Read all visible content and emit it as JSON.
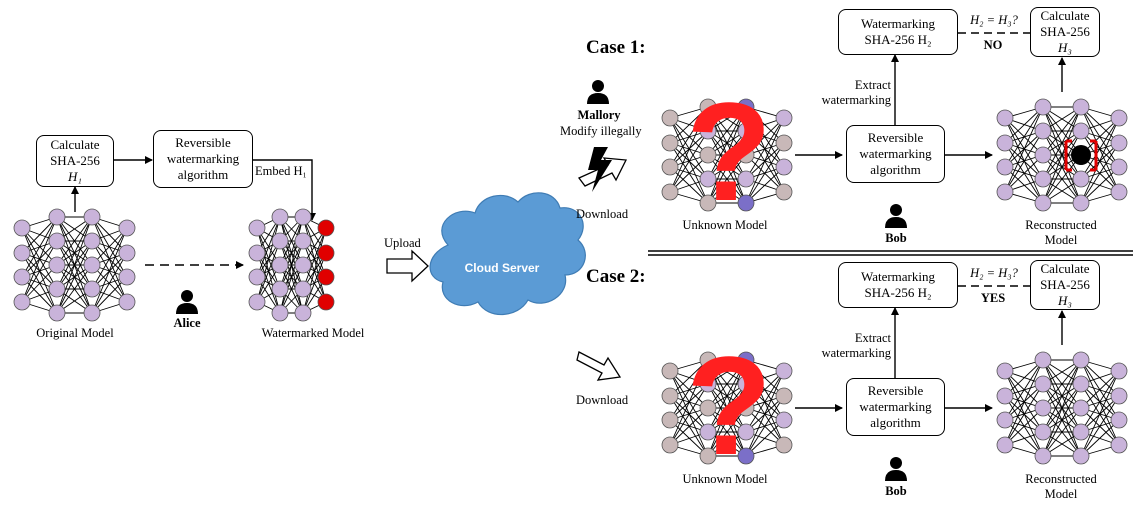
{
  "boxes": {
    "calc_h1": [
      "Calculate",
      "SHA-256",
      "H₁"
    ],
    "reversible_left": [
      "Reversible",
      "watermarking",
      "algorithm"
    ],
    "case1_watermarking": [
      "Watermarking",
      "SHA-256 H₂"
    ],
    "case1_calculate": [
      "Calculate",
      "SHA-256",
      "H₃"
    ],
    "case1_reversible": [
      "Reversible",
      "watermarking",
      "algorithm"
    ],
    "case2_watermarking": [
      "Watermarking",
      "SHA-256 H₂"
    ],
    "case2_calculate": [
      "Calculate",
      "SHA-256",
      "H₃"
    ],
    "case2_reversible": [
      "Reversible",
      "watermarking",
      "algorithm"
    ]
  },
  "labels": {
    "embed": "Embed H₁",
    "original_model": "Original Model",
    "watermarked_model": "Watermarked Model",
    "alice": "Alice",
    "upload": "Upload",
    "cloud_server": "Cloud Server",
    "case1": "Case 1:",
    "case2": "Case 2:",
    "mallory": "Mallory",
    "modify_illegally": "Modify illegally",
    "download1": "Download",
    "download2": "Download",
    "extract1": [
      "Extract",
      "watermarking"
    ],
    "extract2": [
      "Extract",
      "watermarking"
    ],
    "h2_eq_h3_1": "H₂ = H₃?",
    "h2_eq_h3_2": "H₂ = H₃?",
    "no": "NO",
    "yes": "YES",
    "unknown_model_1": "Unknown Model",
    "unknown_model_2": "Unknown Model",
    "bob1": "Bob",
    "bob2": "Bob",
    "reconstructed_1": [
      "Reconstructed",
      "Model"
    ],
    "reconstructed_2": [
      "Reconstructed",
      "Model"
    ],
    "question_mark": "?"
  },
  "colors": {
    "node_light": "#c9b3da",
    "node_gray": "#c8b8b8",
    "node_blue": "#7b6fc8",
    "node_red": "#e00000",
    "cloud": "#5b9bd5",
    "qmark": "#ff2020"
  }
}
